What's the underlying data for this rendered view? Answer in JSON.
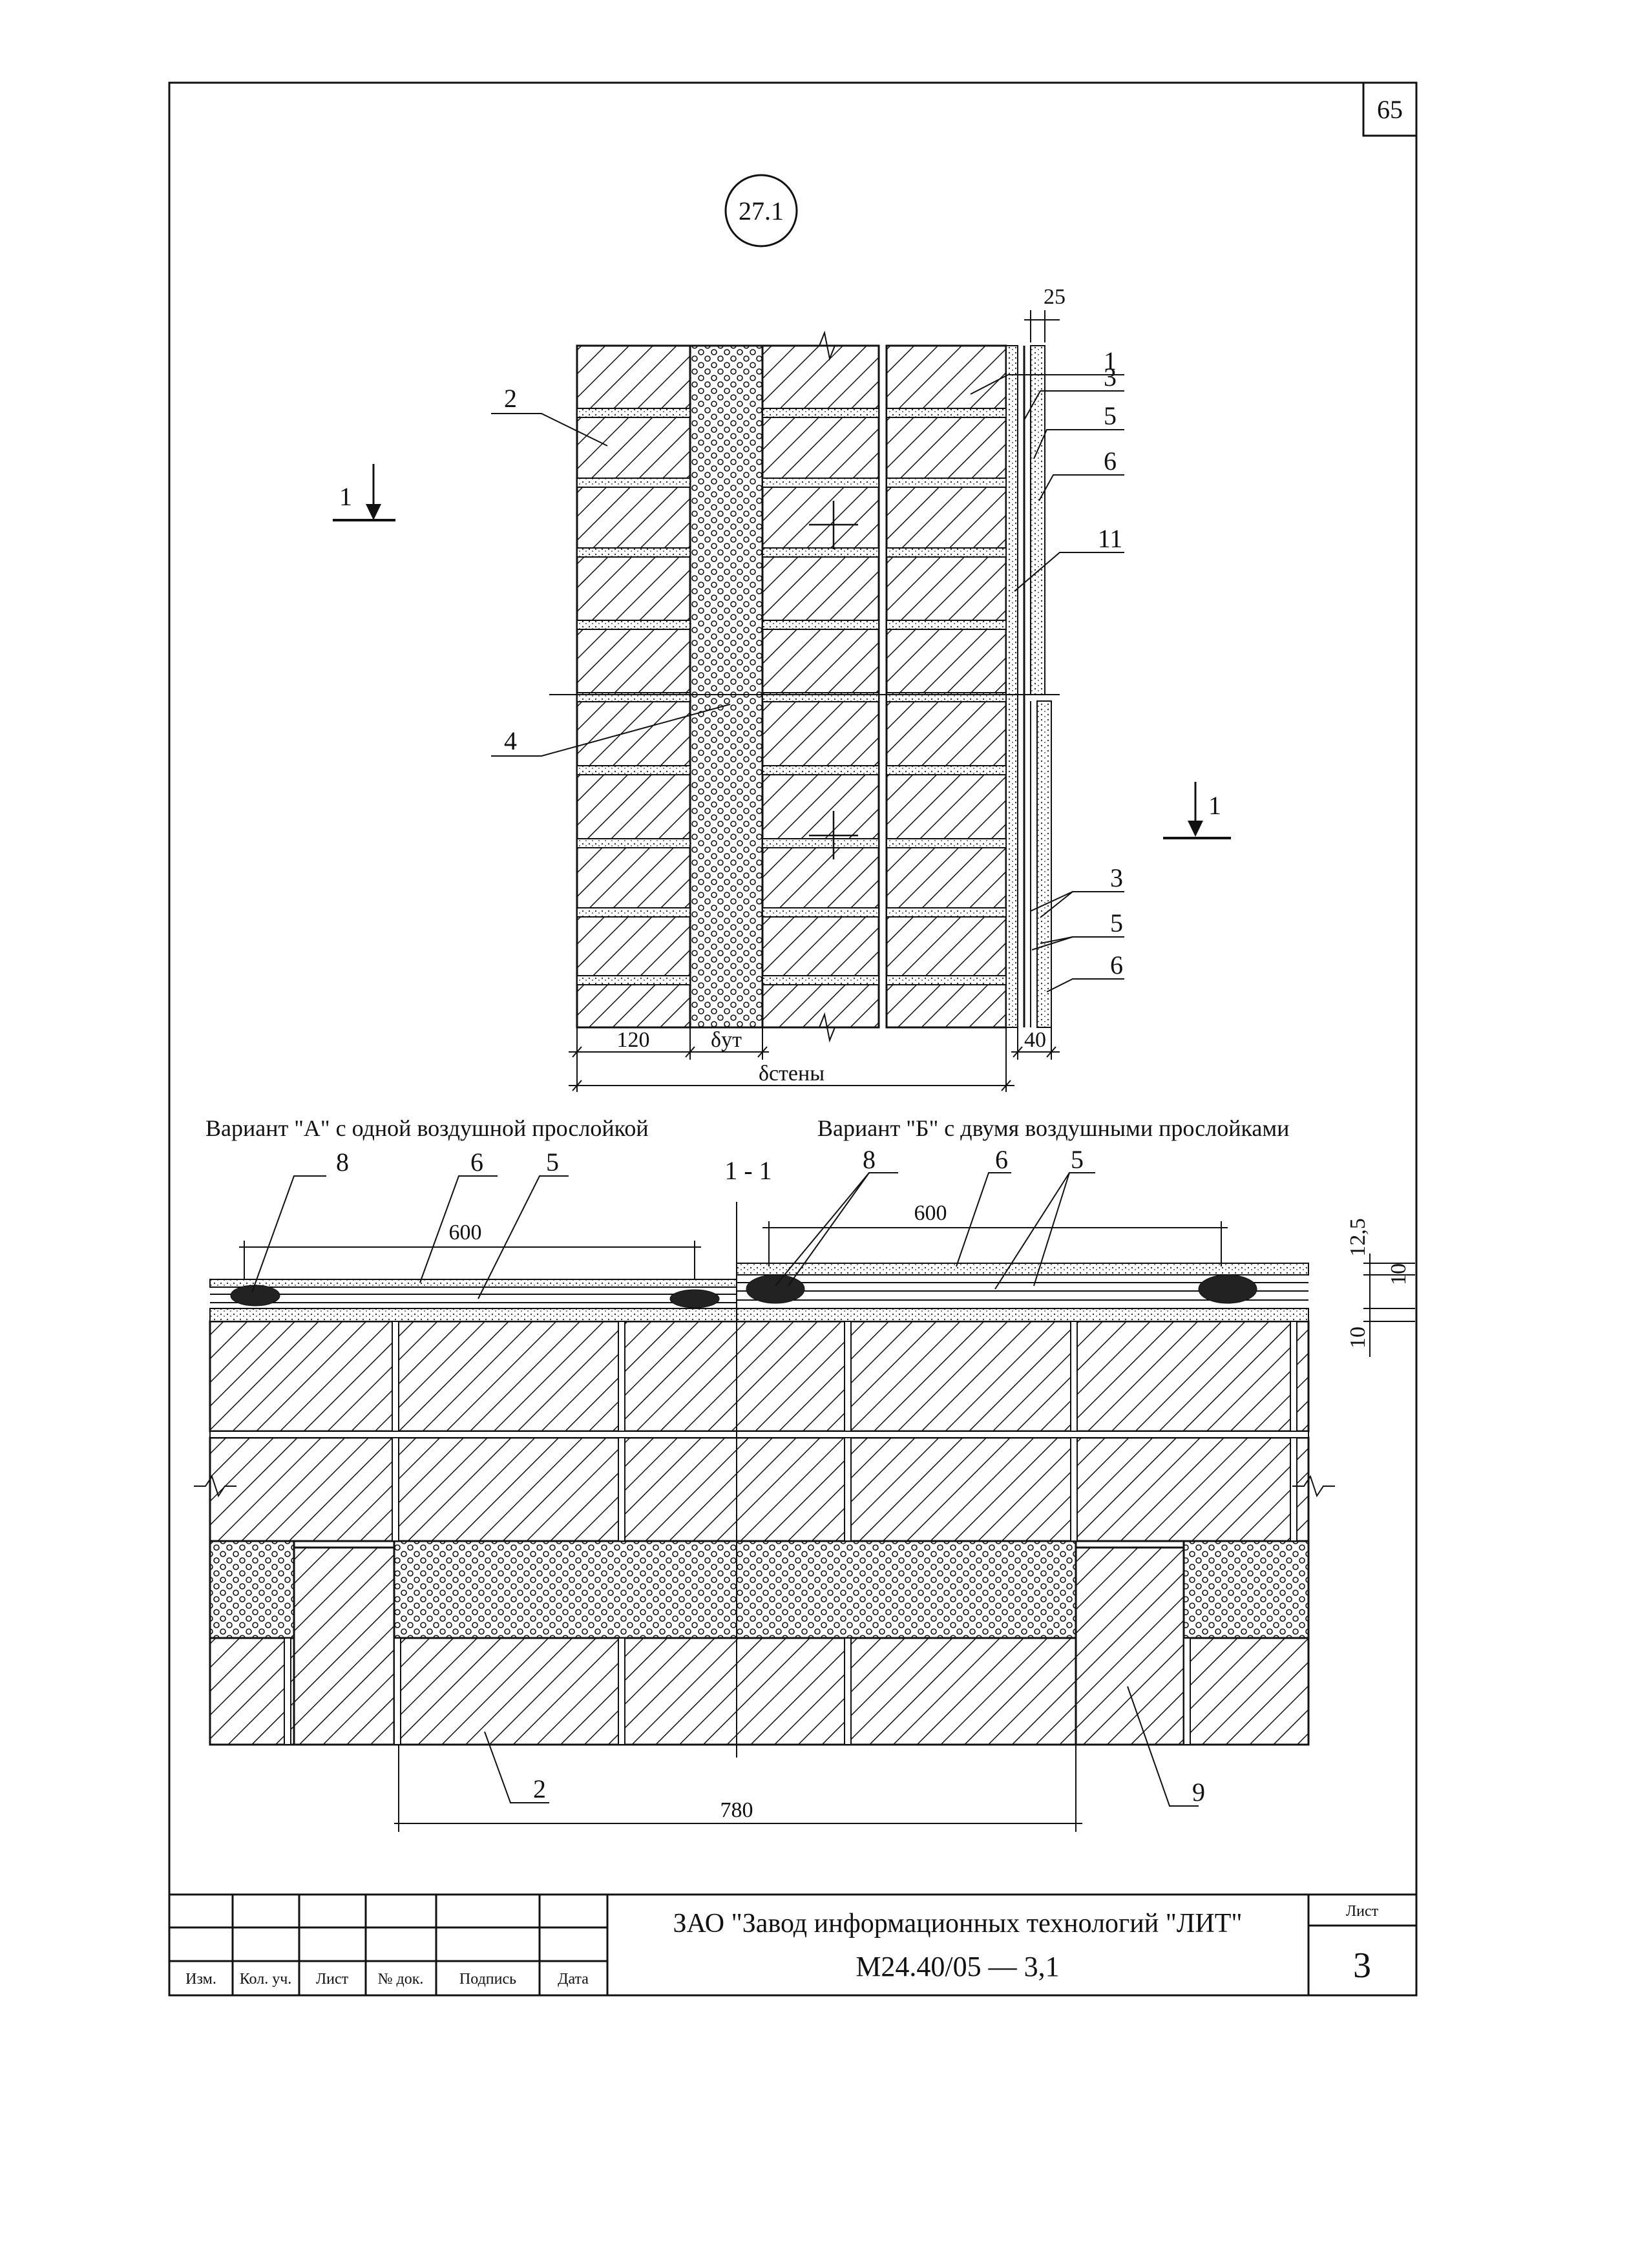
{
  "page": {
    "page_number": "65",
    "node_marker": "27.1"
  },
  "elevation": {
    "callouts": {
      "c1": "1",
      "c2": "2",
      "c3": "3",
      "c4": "4",
      "c5": "5",
      "c6": "6",
      "c11": "11",
      "c3b": "3",
      "c5b": "5",
      "c6b": "6"
    },
    "section_marks": {
      "left": "1",
      "right": "1"
    },
    "dims": {
      "top_gap": "25",
      "brick_width": "120",
      "insulation": "δут",
      "wall": "δстены",
      "facing": "40"
    }
  },
  "section": {
    "title": "1 - 1",
    "variant_a": "Вариант \"А\" с одной воздушной прослойкой",
    "variant_b": "Вариант \"Б\" с двумя воздушными прослойками",
    "callouts": {
      "a8": "8",
      "a6": "6",
      "a5": "5",
      "b8": "8",
      "b6": "6",
      "b5": "5",
      "n2": "2",
      "n9": "9"
    },
    "dims": {
      "span_a": "600",
      "span_b": "600",
      "d125": "12,5",
      "d10a": "10",
      "d10b": "10",
      "span_780": "780"
    }
  },
  "title_block": {
    "headers": [
      "Изм.",
      "Кол. уч.",
      "Лист",
      "№ док.",
      "Подпись",
      "Дата"
    ],
    "company": "ЗАО \"Завод информационных технологий \"ЛИТ\"",
    "doc_code": "М24.40/05  —  3,1",
    "sheet_label": "Лист",
    "sheet_number": "3"
  }
}
